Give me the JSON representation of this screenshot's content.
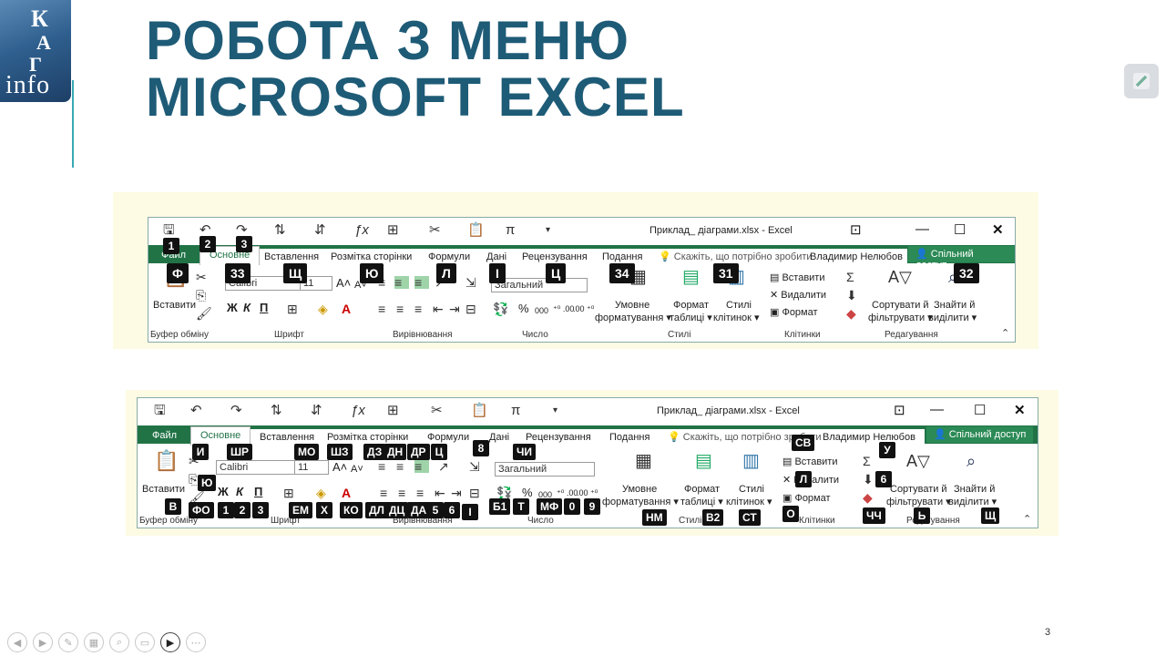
{
  "logo": {
    "l1": "К",
    "l2": "А",
    "l3": "Г",
    "l4": "info"
  },
  "title": {
    "line1": "РОБОТА З МЕНЮ",
    "line2": "MICROSOFT EXCEL"
  },
  "page_number": "3",
  "ribbon": {
    "doc_title": "Приклад_ діаграми.xlsx - Excel",
    "tabs": [
      "Файл",
      "Основне",
      "Вставлення",
      "Розмітка сторінки",
      "Формули",
      "Дані",
      "Рецензування",
      "Подання"
    ],
    "tell_me": "Скажіть, що потрібно зробити",
    "user": "Владимир Нелюбов",
    "share": "Спільний доступ",
    "paste": "Вставити",
    "font_name": "Calibri",
    "font_size": "11",
    "bold": "Ж",
    "italic": "К",
    "underline": "П",
    "number_format": "Загальний",
    "cond_format_1": "Умовне",
    "cond_format_2": "форматування ▾",
    "table_format_1": "Формат",
    "table_format_2": "таблиці ▾",
    "cell_styles_1": "Стилі",
    "cell_styles_2": "клітинок ▾",
    "insert": "Вставити",
    "delete": "Видалити",
    "format": "Формат",
    "sort_1": "Сортувати й",
    "sort_2": "фільтрувати ▾",
    "find_1": "Знайти й",
    "find_2": "виділити ▾",
    "groups": [
      "Буфер обміну",
      "Шрифт",
      "Вирівнювання",
      "Число",
      "Стилі",
      "Клітинки",
      "Редагування"
    ],
    "pct": "%",
    "thousands": "000",
    "dec1": "⁺⁰ .00",
    "dec2": ".00 ⁺⁰"
  },
  "keytips1": [
    "1",
    "2",
    "3",
    "Ф",
    "33",
    "Щ",
    "Ю",
    "Л",
    "І",
    "Ц",
    "34",
    "31",
    "32"
  ],
  "keytips2": [
    "И",
    "ШР",
    "МО",
    "ШЗ",
    "ДЗ",
    "ДН",
    "ДР",
    "Ц",
    "8",
    "ЧИ",
    "СВ",
    "У",
    "Ю",
    "В",
    "ФО",
    "1",
    "2",
    "3",
    "ЕМ",
    "Х",
    "КО",
    "ДЛ",
    "ДЦ",
    "ДА",
    "5",
    "6",
    "І",
    "Б1",
    "Т",
    "МФ",
    "0",
    "9",
    "НМ",
    "В2",
    "СТ",
    "Л",
    "О",
    "6",
    "ЧЧ",
    "Ь",
    "Щ"
  ],
  "colors": {
    "title": "#1e5b76",
    "excel_green": "#217346",
    "panel": "#fdfbe3"
  },
  "icons": [
    "pen-icon",
    "save-icon",
    "undo-icon",
    "redo-icon",
    "cut-icon",
    "paste-icon",
    "sum-icon",
    "sort-icon",
    "find-icon"
  ]
}
